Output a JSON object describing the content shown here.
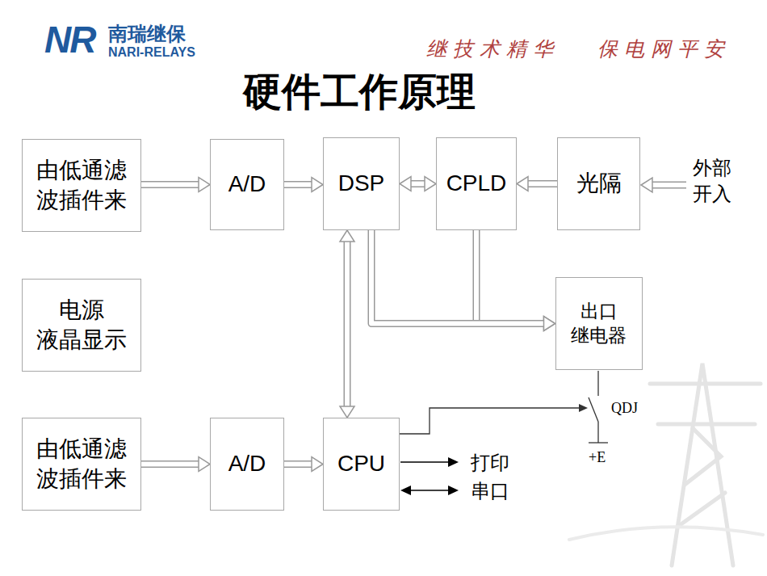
{
  "diagram": {
    "title": "硬件工作原理",
    "nodes": [
      {
        "text": [
          "由低通滤波插件来"
        ]
      },
      {
        "text": [
          "A/D"
        ]
      },
      {
        "text": [
          "DSP"
        ]
      },
      {
        "text": [
          "CPLD"
        ]
      },
      {
        "text": [
          "光隔"
        ]
      },
      {
        "text": [
          "电源 液晶显示"
        ]
      },
      {
        "text": [
          "出口 继电器"
        ]
      },
      {
        "text": [
          "由低通滤波插件来"
        ]
      },
      {
        "text": [
          "A/D"
        ]
      },
      {
        "text": [
          "CPU"
        ]
      }
    ],
    "edges": [
      {
        "from": 0,
        "to": 1,
        "arrow": "to"
      },
      {
        "from": 1,
        "to": 2,
        "arrow": "to"
      },
      {
        "from": 2,
        "to": 3,
        "arrow": "both"
      },
      {
        "from": 4,
        "to": 3,
        "arrow": "to"
      },
      {
        "from": 2,
        "to": 9,
        "arrow": "both"
      },
      {
        "from": 3,
        "to": 6,
        "arrow": "to"
      },
      {
        "from": 2,
        "to": 6,
        "arrow": "to"
      },
      {
        "from": 7,
        "to": 8,
        "arrow": "to"
      },
      {
        "from": 8,
        "to": 9,
        "arrow": "to"
      }
    ],
    "labels": [
      "NR",
      "南瑞继保",
      "NARI-RELAYS",
      "继技术精华",
      "保电网平安",
      "外部 开入",
      "打印",
      "串口",
      "QDJ",
      "+E"
    ]
  }
}
